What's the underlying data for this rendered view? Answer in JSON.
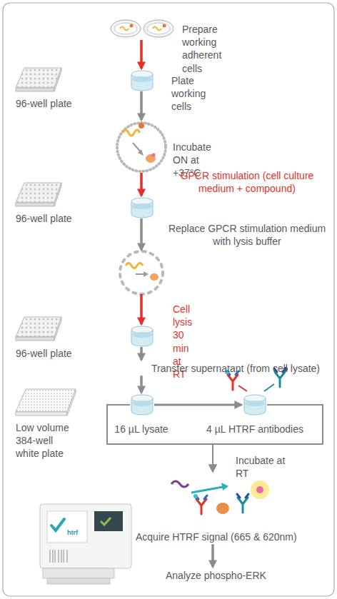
{
  "diagram": {
    "nodes": [
      {
        "text": [
          "Prepare working adherent cells"
        ]
      },
      {
        "text": [
          "Plate working cells"
        ]
      },
      {
        "text": [
          "Incubate ON at +37°C"
        ]
      },
      {
        "text": [
          "GPCR stimulation (cell culture medium + compound)"
        ]
      },
      {
        "text": [
          "Replace GPCR stimulation medium with lysis buffer"
        ]
      },
      {
        "text": [
          "Cell lysis 30 min at RT"
        ]
      },
      {
        "text": [
          "Transfer supernatant (from cell lysate)"
        ]
      },
      {
        "text": [
          "16 µL lysate"
        ]
      },
      {
        "text": [
          "4 µL HTRF antibodies"
        ]
      },
      {
        "text": [
          "Incubate at RT"
        ]
      },
      {
        "text": [
          "Acquire HTRF signal (665 & 620nm)"
        ]
      },
      {
        "text": [
          "Analyze phospho-ERK"
        ]
      }
    ],
    "edges": [
      {
        "from": 0,
        "to": 1,
        "arrow": "to"
      },
      {
        "from": 1,
        "to": 2,
        "arrow": "to"
      },
      {
        "from": 2,
        "to": 3,
        "arrow": "to"
      },
      {
        "from": 3,
        "to": 4,
        "arrow": "to"
      },
      {
        "from": 4,
        "to": 5,
        "arrow": "to"
      },
      {
        "from": 5,
        "to": 6,
        "arrow": "to"
      },
      {
        "from": 6,
        "to": 7,
        "arrow": "to"
      },
      {
        "from": 7,
        "to": 8,
        "arrow": "to"
      },
      {
        "from": 7,
        "to": 9,
        "arrow": "to"
      },
      {
        "from": 8,
        "to": 9,
        "arrow": "to"
      },
      {
        "from": 10,
        "to": 11,
        "arrow": "to"
      }
    ],
    "labels": [
      "96-well plate",
      "96-well plate",
      "96-well plate",
      "Low volume 384-well white plate",
      "htrf"
    ]
  }
}
